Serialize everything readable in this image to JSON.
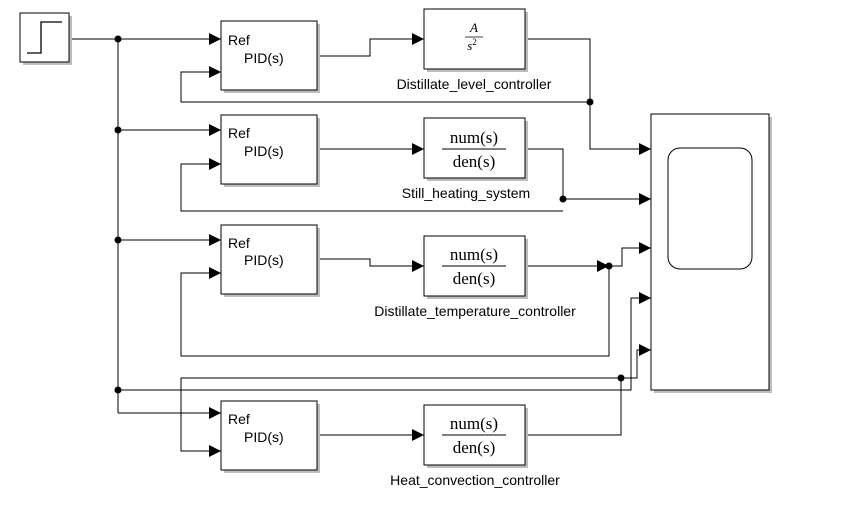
{
  "diagram": {
    "source_block": {
      "icon": "step-icon"
    },
    "pid_blocks": [
      {
        "port_label": "Ref",
        "function_label": "PID(s)"
      },
      {
        "port_label": "Ref",
        "function_label": "PID(s)"
      },
      {
        "port_label": "Ref",
        "function_label": "PID(s)"
      },
      {
        "port_label": "Ref",
        "function_label": "PID(s)"
      }
    ],
    "plant_blocks": [
      {
        "name": "Distillate_level_controller",
        "numerator": "A",
        "denominator": "s",
        "exponent": "2"
      },
      {
        "name": "Still_heating_system",
        "numerator": "num(s)",
        "denominator": "den(s)"
      },
      {
        "name": "Distillate_temperature_controller",
        "numerator": "num(s)",
        "denominator": "den(s)"
      },
      {
        "name": "Heat_convection_controller",
        "numerator": "num(s)",
        "denominator": "den(s)"
      }
    ],
    "scope_block": {
      "icon": "scope-screen-icon"
    }
  }
}
